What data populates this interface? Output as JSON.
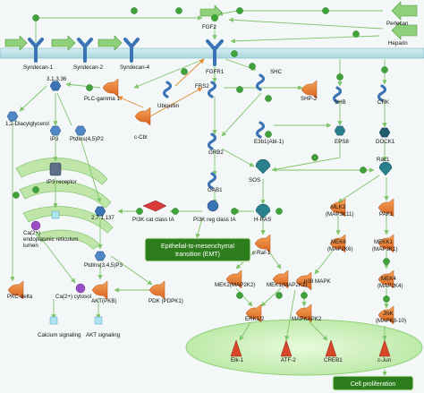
{
  "colors": {
    "background": "#f4f7f7",
    "membrane": "#b9dfe6",
    "membrane_line": "#7fb8c4",
    "receptor": "#3b74b4",
    "arrow": "#7ec46a",
    "inhibit": "#e08a2e",
    "phospho_badge": "#3fa33a",
    "er": "#bfe6a8",
    "nucleus": "#c9f0b5",
    "kinase": "#ec7a2d",
    "ras": "#2a7f8c",
    "outcome_box": "#2e7d1c"
  },
  "labels": {
    "syndecan1": "Syndecan-1",
    "syndecan2": "Syndecan-2",
    "syndecan4": "Syndecan-4",
    "fgf2": "FGF2",
    "perlecan": "Perlecan",
    "heparin": "Heparin",
    "fgfr1": "FGFR1",
    "shc": "SHC",
    "ubiquitin": "Ubiquitin",
    "frs2": "FRS2",
    "shp2": "SHP-2",
    "shb": "SHB",
    "crk": "CRK",
    "ec_31336": "3.1.3.36",
    "plc_gamma1": "PLC-gamma 1",
    "dag": "1,2-Diacylglycerol",
    "ip3": "IP3",
    "ptdins45p2": "PtdIns(4,5)P2",
    "c_cbl": "c-Cbl",
    "grb2": "GRB2",
    "e3b1": "E3b1(Abl-1)",
    "eps8": "EPS8",
    "dock1": "DOCK1",
    "ip3_receptor": "IP3 receptor",
    "gab1": "GAB1",
    "sos": "SOS",
    "rac1": "Rac1",
    "ec_271137": "2.7.1.137",
    "pi3k_class_ia": "PI3K cat class IA",
    "pi3k_reg_class_ia": "PI3K reg class IA",
    "hras": "H-RAS",
    "mlk3": "MLK3",
    "mlk3_alias": "(MAP3K11)",
    "pak1": "PAK1",
    "ca_er": "Ca(2+) endoplasmic reticulum lumen",
    "emt": "Epithelial-to-mesenchymal transition (EMT)",
    "craf1": "c-Raf-1",
    "mek6": "MEK6",
    "mek6_alias": "(MAP2K6)",
    "mekk1": "MEKK1",
    "mekk1_alias": "(MAP3K1)",
    "ptdins345p3": "PtdIns(3,4,5)P3",
    "pkc_delta": "PKC-delta",
    "ca_cytosol": "Ca(2+) cytosol",
    "akt": "AKT(PKB)",
    "pdk": "PDK (PDPK1)",
    "mek2": "MEK2(MAP2K2)",
    "mek1": "MEK1(MAP2K1)",
    "p38": "p38 MAPK",
    "mek4": "MEK4",
    "mek4_alias": "(MAP2K4)",
    "erk12": "ERK1/2",
    "mapkapk2": "MAPKAPK2",
    "jnk": "JNK",
    "jnk_alias": "(MAPK8-10)",
    "calcium_signaling": "Calcium signaling",
    "akt_signaling": "AKT signaling",
    "elk1": "Elk-1",
    "atf2": "ATF-2",
    "creb1": "CREB1",
    "cjun": "c-Jun",
    "cell_proliferation": "Cell proliferation"
  }
}
